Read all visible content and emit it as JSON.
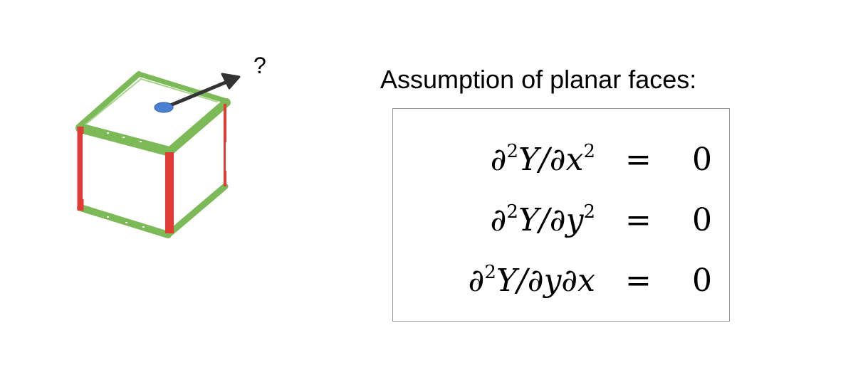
{
  "annotation": {
    "question_mark": "?"
  },
  "heading": "Assumption of planar faces:",
  "equations": [
    {
      "lhs_prefix": "∂",
      "lhs_exp": "2",
      "lhs_rest": "Y/∂x",
      "lhs_exp2": "2",
      "operator": "=",
      "rhs": "0"
    },
    {
      "lhs_prefix": "∂",
      "lhs_exp": "2",
      "lhs_rest": "Y/∂y",
      "lhs_exp2": "2",
      "operator": "=",
      "rhs": "0"
    },
    {
      "lhs_prefix": "∂",
      "lhs_exp": "2",
      "lhs_rest": "Y/∂y∂x",
      "lhs_exp2": "",
      "operator": "=",
      "rhs": "0"
    }
  ],
  "colors": {
    "edge_convex": "#7cb957",
    "edge_occluding": "#e23a35",
    "normal_point": "#4a7fd4",
    "arrow": "#333333"
  }
}
